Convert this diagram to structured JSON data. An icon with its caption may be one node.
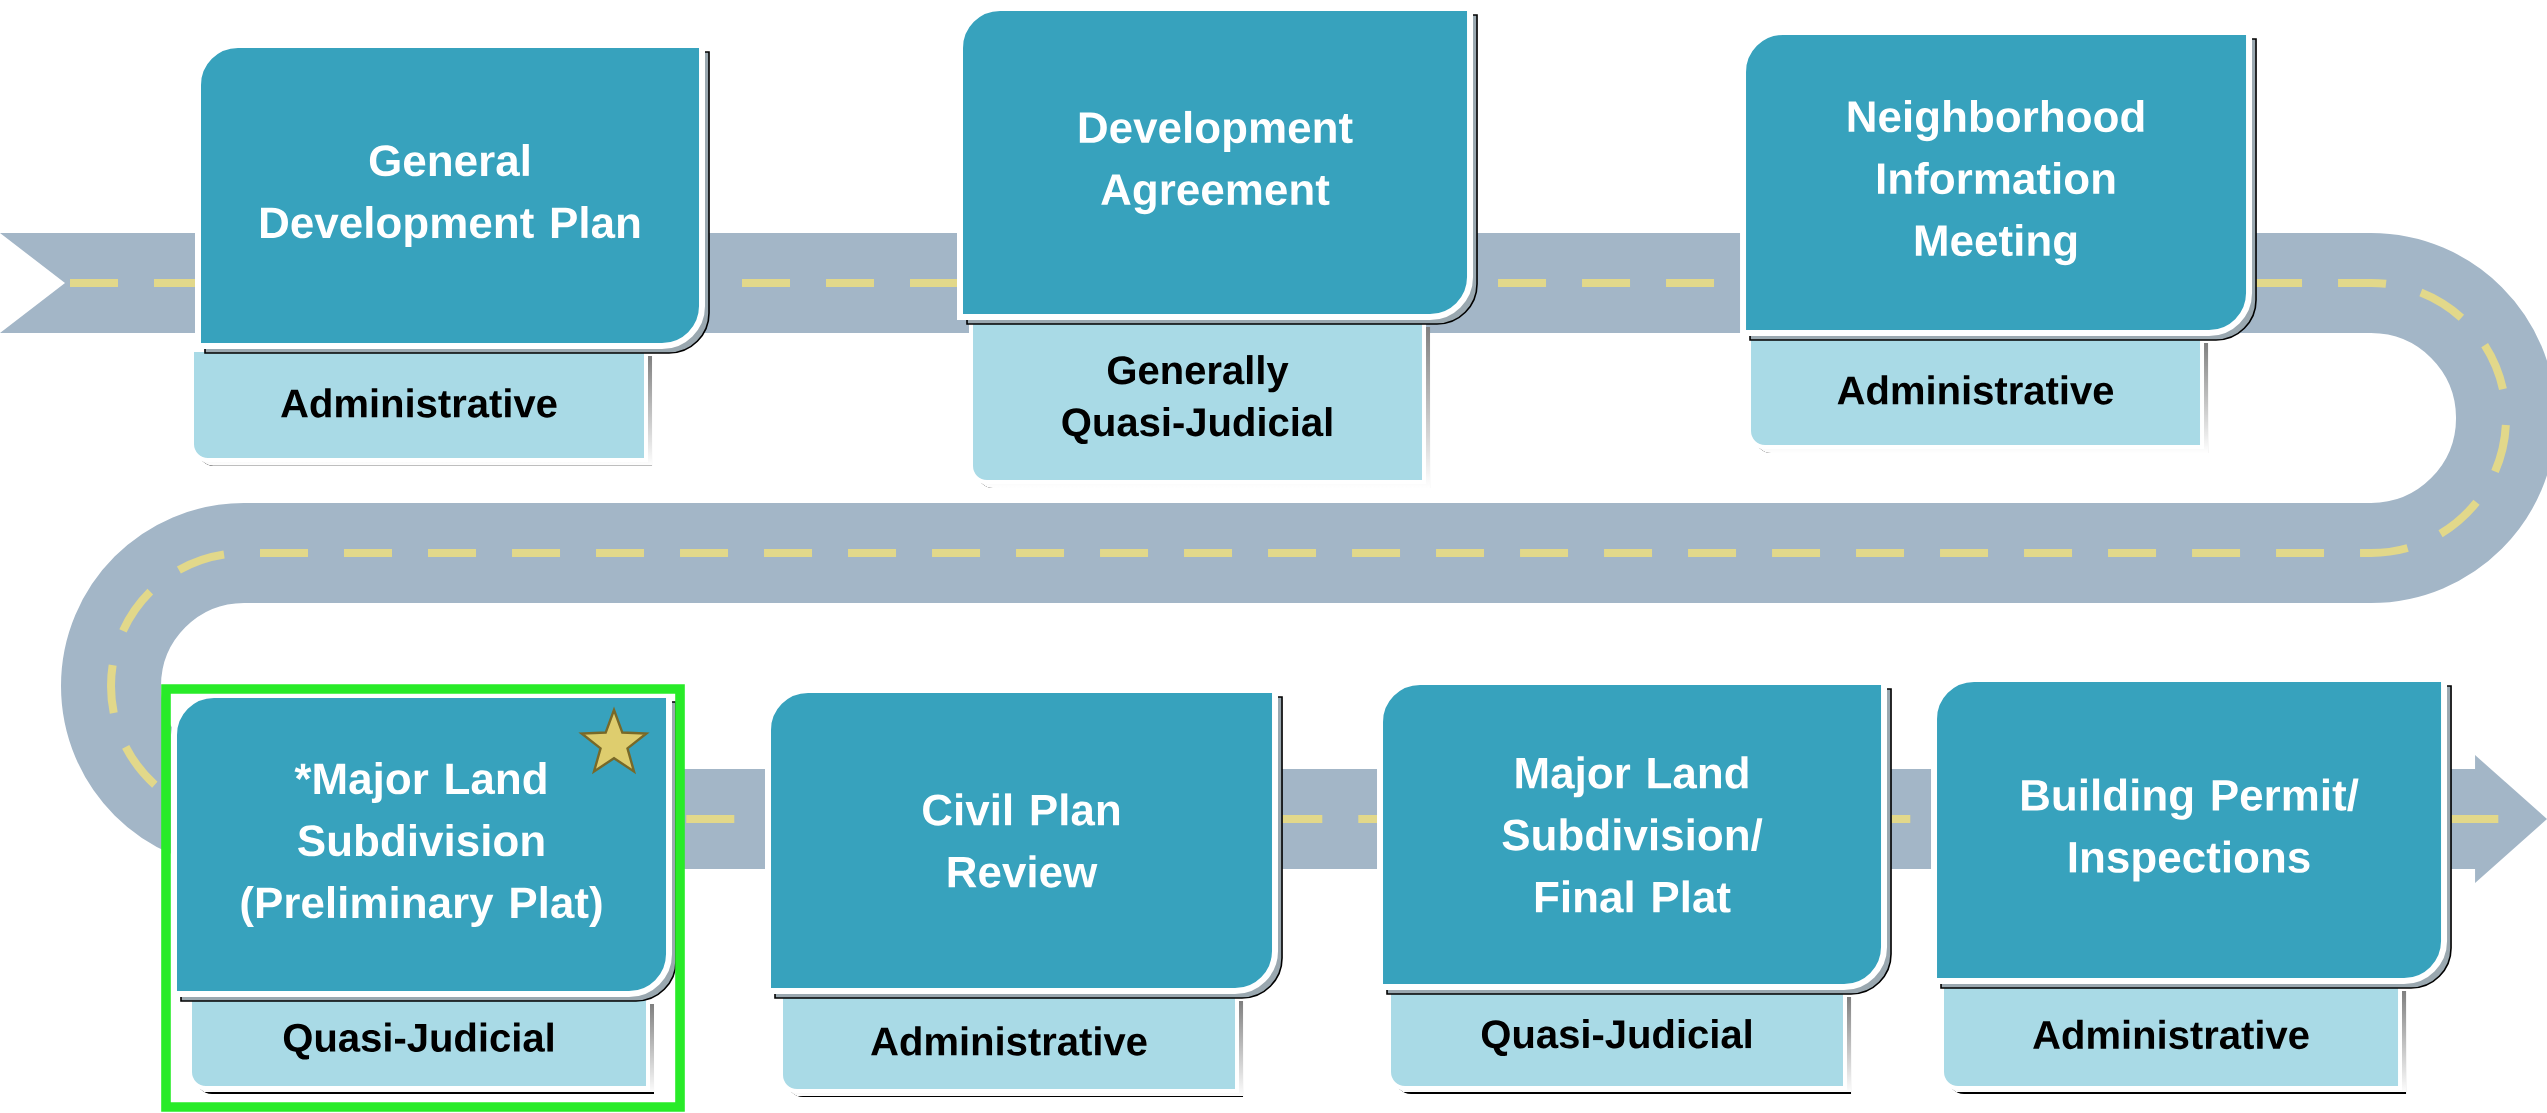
{
  "diagram": {
    "nodes": [
      {
        "text": [
          "General Development Plan"
        ]
      },
      {
        "text": [
          "Administrative"
        ]
      },
      {
        "text": [
          "Development Agreement"
        ]
      },
      {
        "text": [
          "Generally Quasi-Judicial"
        ]
      },
      {
        "text": [
          "Neighborhood Information Meeting"
        ]
      },
      {
        "text": [
          "Administrative"
        ]
      },
      {
        "text": [
          "*Major Land Subdivision (Preliminary Plat)"
        ]
      },
      {
        "text": [
          "Quasi-Judicial"
        ]
      },
      {
        "text": [
          "Civil Plan Review"
        ]
      },
      {
        "text": [
          "Administrative"
        ]
      },
      {
        "text": [
          "Major Land Subdivision/ Final Plat"
        ]
      },
      {
        "text": [
          "Quasi-Judicial"
        ]
      },
      {
        "text": [
          "Building Permit/ Inspections"
        ]
      },
      {
        "text": [
          "Administrative"
        ]
      }
    ]
  }
}
